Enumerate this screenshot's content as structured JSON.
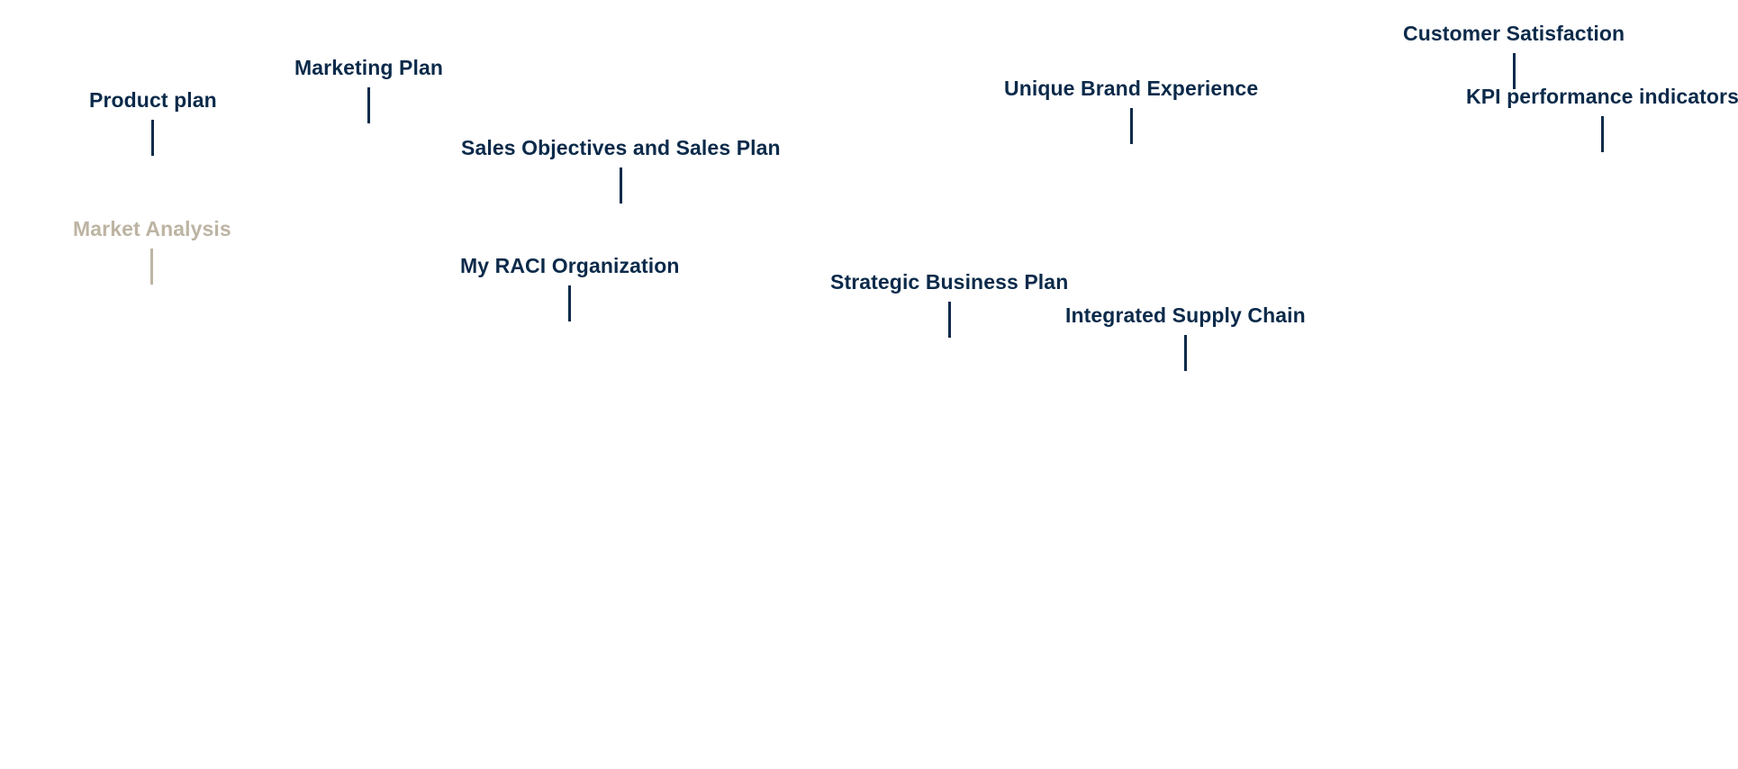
{
  "colors": {
    "primary": "#0b2a4a",
    "muted": "#bdb4a3",
    "background": "#ffffff"
  },
  "nodes": [
    {
      "id": "customer-satisfaction",
      "label": "Customer Satisfaction",
      "state": "active"
    },
    {
      "id": "marketing-plan",
      "label": "Marketing Plan",
      "state": "active"
    },
    {
      "id": "unique-brand-experience",
      "label": "Unique Brand Experience",
      "state": "active"
    },
    {
      "id": "kpi-performance-indicators",
      "label": "KPI performance indicators",
      "state": "active"
    },
    {
      "id": "product-plan",
      "label": "Product plan",
      "state": "active"
    },
    {
      "id": "sales-objectives-and-sales-plan",
      "label": "Sales Objectives and Sales Plan",
      "state": "active"
    },
    {
      "id": "market-analysis",
      "label": "Market Analysis",
      "state": "muted"
    },
    {
      "id": "my-raci-organization",
      "label": "My RACI Organization",
      "state": "active"
    },
    {
      "id": "strategic-business-plan",
      "label": "Strategic Business Plan",
      "state": "active"
    },
    {
      "id": "integrated-supply-chain",
      "label": "Integrated Supply Chain",
      "state": "active"
    }
  ]
}
